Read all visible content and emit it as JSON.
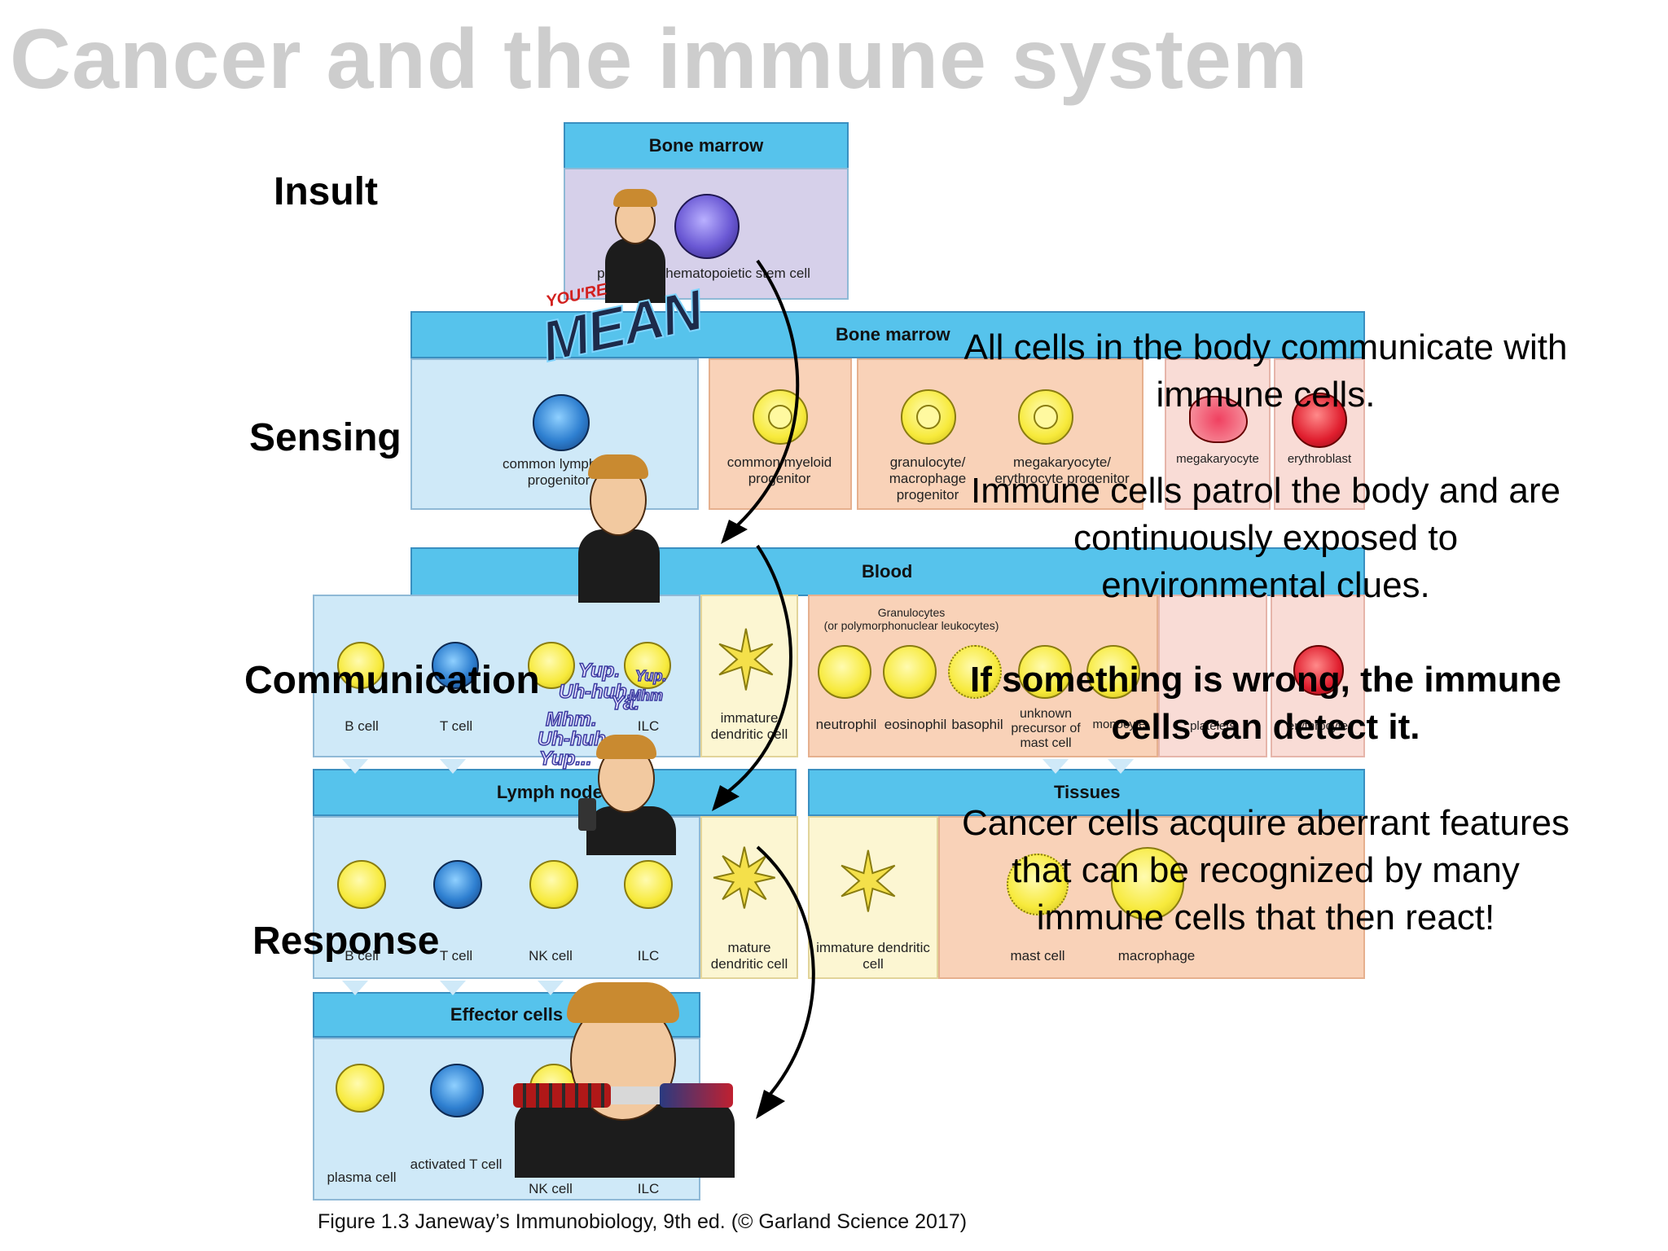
{
  "slide": {
    "title": "Cancer and the immune system"
  },
  "stages": {
    "insult": "Insult",
    "sensing": "Sensing",
    "communication": "Communication",
    "response": "Response"
  },
  "headers": {
    "bone_marrow_top": "Bone marrow",
    "bone_marrow": "Bone marrow",
    "blood": "Blood",
    "lymph_nodes": "Lymph nodes",
    "tissues": "Tissues",
    "effector_cells": "Effector cells"
  },
  "cells": {
    "stem": "pluripotent hematopoietic stem cell",
    "lymphoid": "common lymphoid progenitor",
    "myeloid": "common myeloid progenitor",
    "granulocyte": "granulocyte/ macrophage progenitor",
    "megakaryocyte_prog": "megakaryocyte/ erythrocyte progenitor",
    "megakaryocyte": "megakaryocyte",
    "erythroblast": "erythroblast",
    "b_cell": "B cell",
    "t_cell": "T cell",
    "ilc": "ILC",
    "immature_dc": "immature dendritic cell",
    "granulocytes": "Granulocytes",
    "granulocytes_sub": "(or polymorphonuclear leukocytes)",
    "neutrophil": "neutrophil",
    "eosinophil": "eosinophil",
    "basophil": "basophil",
    "unknown_precursor": "unknown precursor of mast cell",
    "monocyte": "monocyte",
    "platelets": "platelets",
    "erythrocyte": "erythrocyte",
    "nk_cell": "NK cell",
    "mature_dc": "mature dendritic cell",
    "mast_cell": "mast cell",
    "macrophage": "macrophage",
    "plasma_cell": "plasma cell",
    "activated_t": "activated T cell"
  },
  "overlays": {
    "line1": "All cells in the body communicate with",
    "line1b": "immune cells.",
    "line2": "Immune cells patrol the body and are",
    "line2b": "continuously exposed to",
    "line2c": "environmental clues.",
    "line3": "If something is wrong, the immune",
    "line3b": "cells can detect it.",
    "line4": "Cancer cells acquire aberrant features",
    "line4b": "that can be recognized by many",
    "line4c": "immune cells that then react!"
  },
  "stickers": {
    "youre": "YOU'RE",
    "mean": "MEAN",
    "chatter": [
      "Yup.",
      "Uh-huh.",
      "Ya.",
      "Mhm.",
      "Uh-huh.",
      "Yup...",
      "Yup.",
      "Mhm"
    ]
  },
  "caption": "Figure 1.3  Janeway’s Immunobiology, 9th ed. (© Garland Science 2017)"
}
